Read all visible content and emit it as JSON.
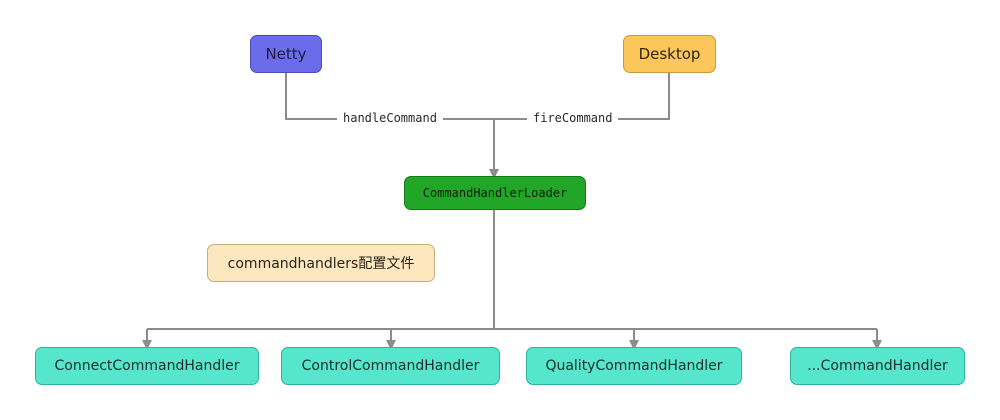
{
  "nodes": {
    "netty": "Netty",
    "desktop": "Desktop",
    "loader": "CommandHandlerLoader",
    "config": "commandhandlers配置文件",
    "handlers": [
      "ConnectCommandHandler",
      "ControlCommandHandler",
      "QualityCommandHandler",
      "...CommandHandler"
    ]
  },
  "edges": {
    "handle_command": "handleCommand",
    "fire_command": "fireCommand"
  },
  "colors": {
    "netty": "#6b6cec",
    "desktop": "#fcc75a",
    "loader": "#21a627",
    "config": "#fde7bf",
    "handler": "#55e6cd",
    "connector": "#8c8c8c"
  }
}
